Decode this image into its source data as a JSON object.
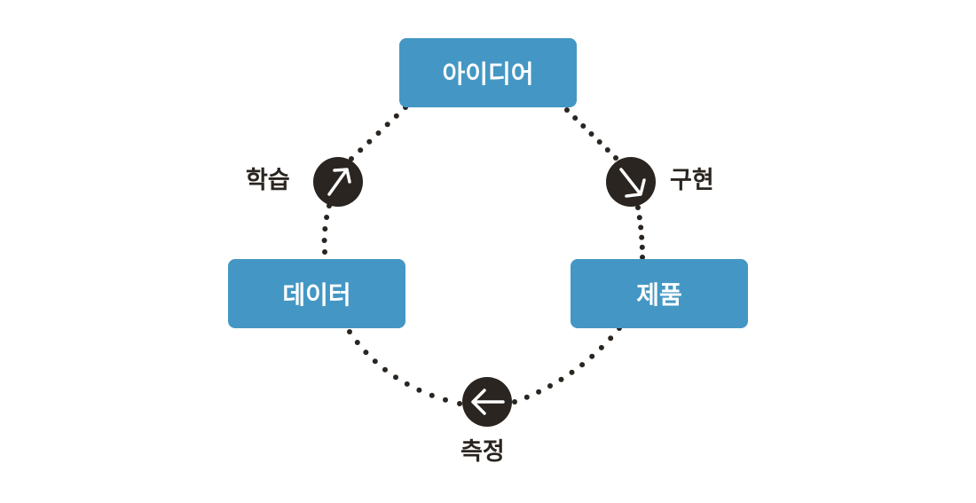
{
  "colors": {
    "box_fill": "#4497c4",
    "box_text": "#ffffff",
    "dots": "#2a2520",
    "arrow_circle": "#2a2520",
    "arrow_glyph": "#ffffff",
    "label_text": "#2a2520"
  },
  "nodes": {
    "idea": "아이디어",
    "product": "제품",
    "data": "데이터"
  },
  "steps": {
    "build": {
      "label": "구현",
      "icon": "arrow-down-right-icon"
    },
    "measure": {
      "label": "측정",
      "icon": "arrow-left-icon"
    },
    "learn": {
      "label": "학습",
      "icon": "arrow-up-right-icon"
    }
  }
}
